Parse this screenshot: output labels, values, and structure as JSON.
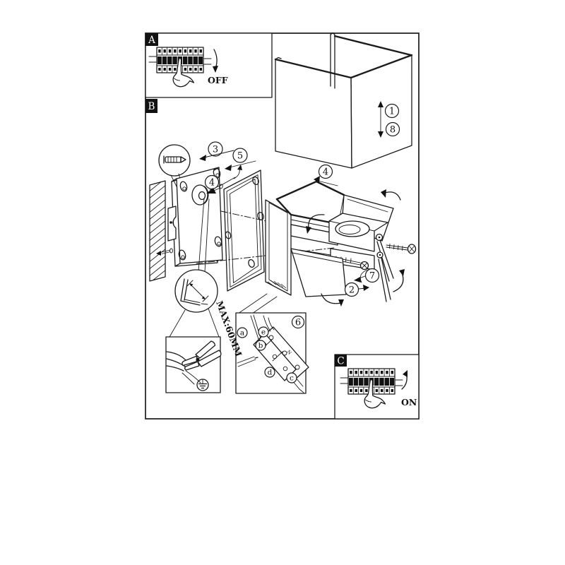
{
  "figure": {
    "steps": {
      "s1": "1",
      "s2": "2",
      "s3": "3",
      "s4": "4",
      "s5": "5",
      "s6": "6",
      "s7": "7",
      "s8": "8"
    },
    "panels": {
      "a_label": "A",
      "b_label": "B",
      "c_label": "C",
      "off_label": "OFF",
      "on_label": "ON"
    },
    "notes": {
      "wire_max": "MAX:60MM",
      "neutral_mark": "N"
    },
    "terminal_letters": {
      "a": "a",
      "b": "b",
      "c": "c",
      "d": "d",
      "e": "e"
    }
  }
}
